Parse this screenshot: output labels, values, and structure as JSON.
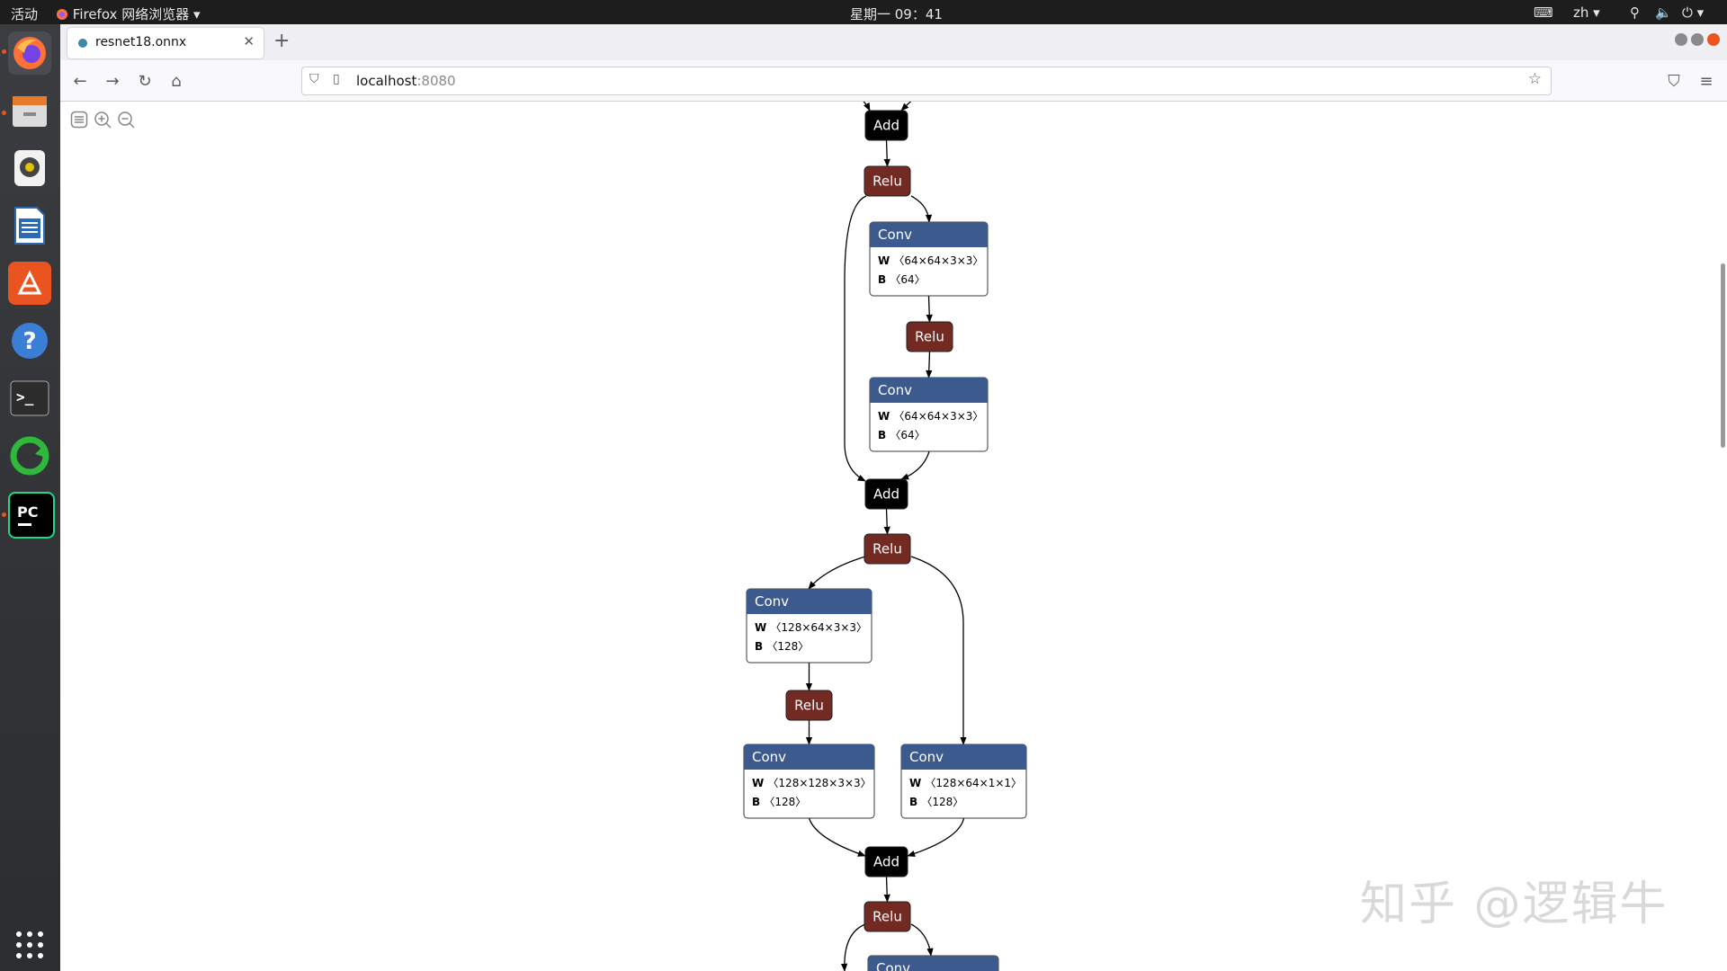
{
  "topbar": {
    "activities": "活动",
    "app_menu": "Firefox 网络浏览器",
    "clock": "星期一 09：41",
    "language": "zh"
  },
  "browser": {
    "tab_title": "resnet18.onnx",
    "url_host": "localhost",
    "url_port": ":8080"
  },
  "graph": {
    "nodes": [
      {
        "id": "add1",
        "op": "Add"
      },
      {
        "id": "relu1",
        "op": "Relu"
      },
      {
        "id": "conv1",
        "op": "Conv",
        "w": "〈64×64×3×3〉",
        "b": "〈64〉"
      },
      {
        "id": "relu2",
        "op": "Relu"
      },
      {
        "id": "conv2",
        "op": "Conv",
        "w": "〈64×64×3×3〉",
        "b": "〈64〉"
      },
      {
        "id": "add2",
        "op": "Add"
      },
      {
        "id": "relu3",
        "op": "Relu"
      },
      {
        "id": "conv3",
        "op": "Conv",
        "w": "〈128×64×3×3〉",
        "b": "〈128〉"
      },
      {
        "id": "relu4",
        "op": "Relu"
      },
      {
        "id": "conv4",
        "op": "Conv",
        "w": "〈128×128×3×3〉",
        "b": "〈128〉"
      },
      {
        "id": "conv5",
        "op": "Conv",
        "w": "〈128×64×1×1〉",
        "b": "〈128〉"
      },
      {
        "id": "add3",
        "op": "Add"
      },
      {
        "id": "relu5",
        "op": "Relu"
      },
      {
        "id": "conv6",
        "op": "Conv"
      }
    ],
    "w_label": "W",
    "b_label": "B"
  },
  "watermark": "知乎 @逻辑牛",
  "colors": {
    "conv_header": "#3c5a8e",
    "relu": "#722a22",
    "add": "#000000",
    "topbar": "#1d1d1d",
    "dock": "#2f3135"
  },
  "icons": {
    "sidebar": "list-icon",
    "zoom_in": "zoom-in-icon",
    "zoom_out": "zoom-out-icon"
  }
}
